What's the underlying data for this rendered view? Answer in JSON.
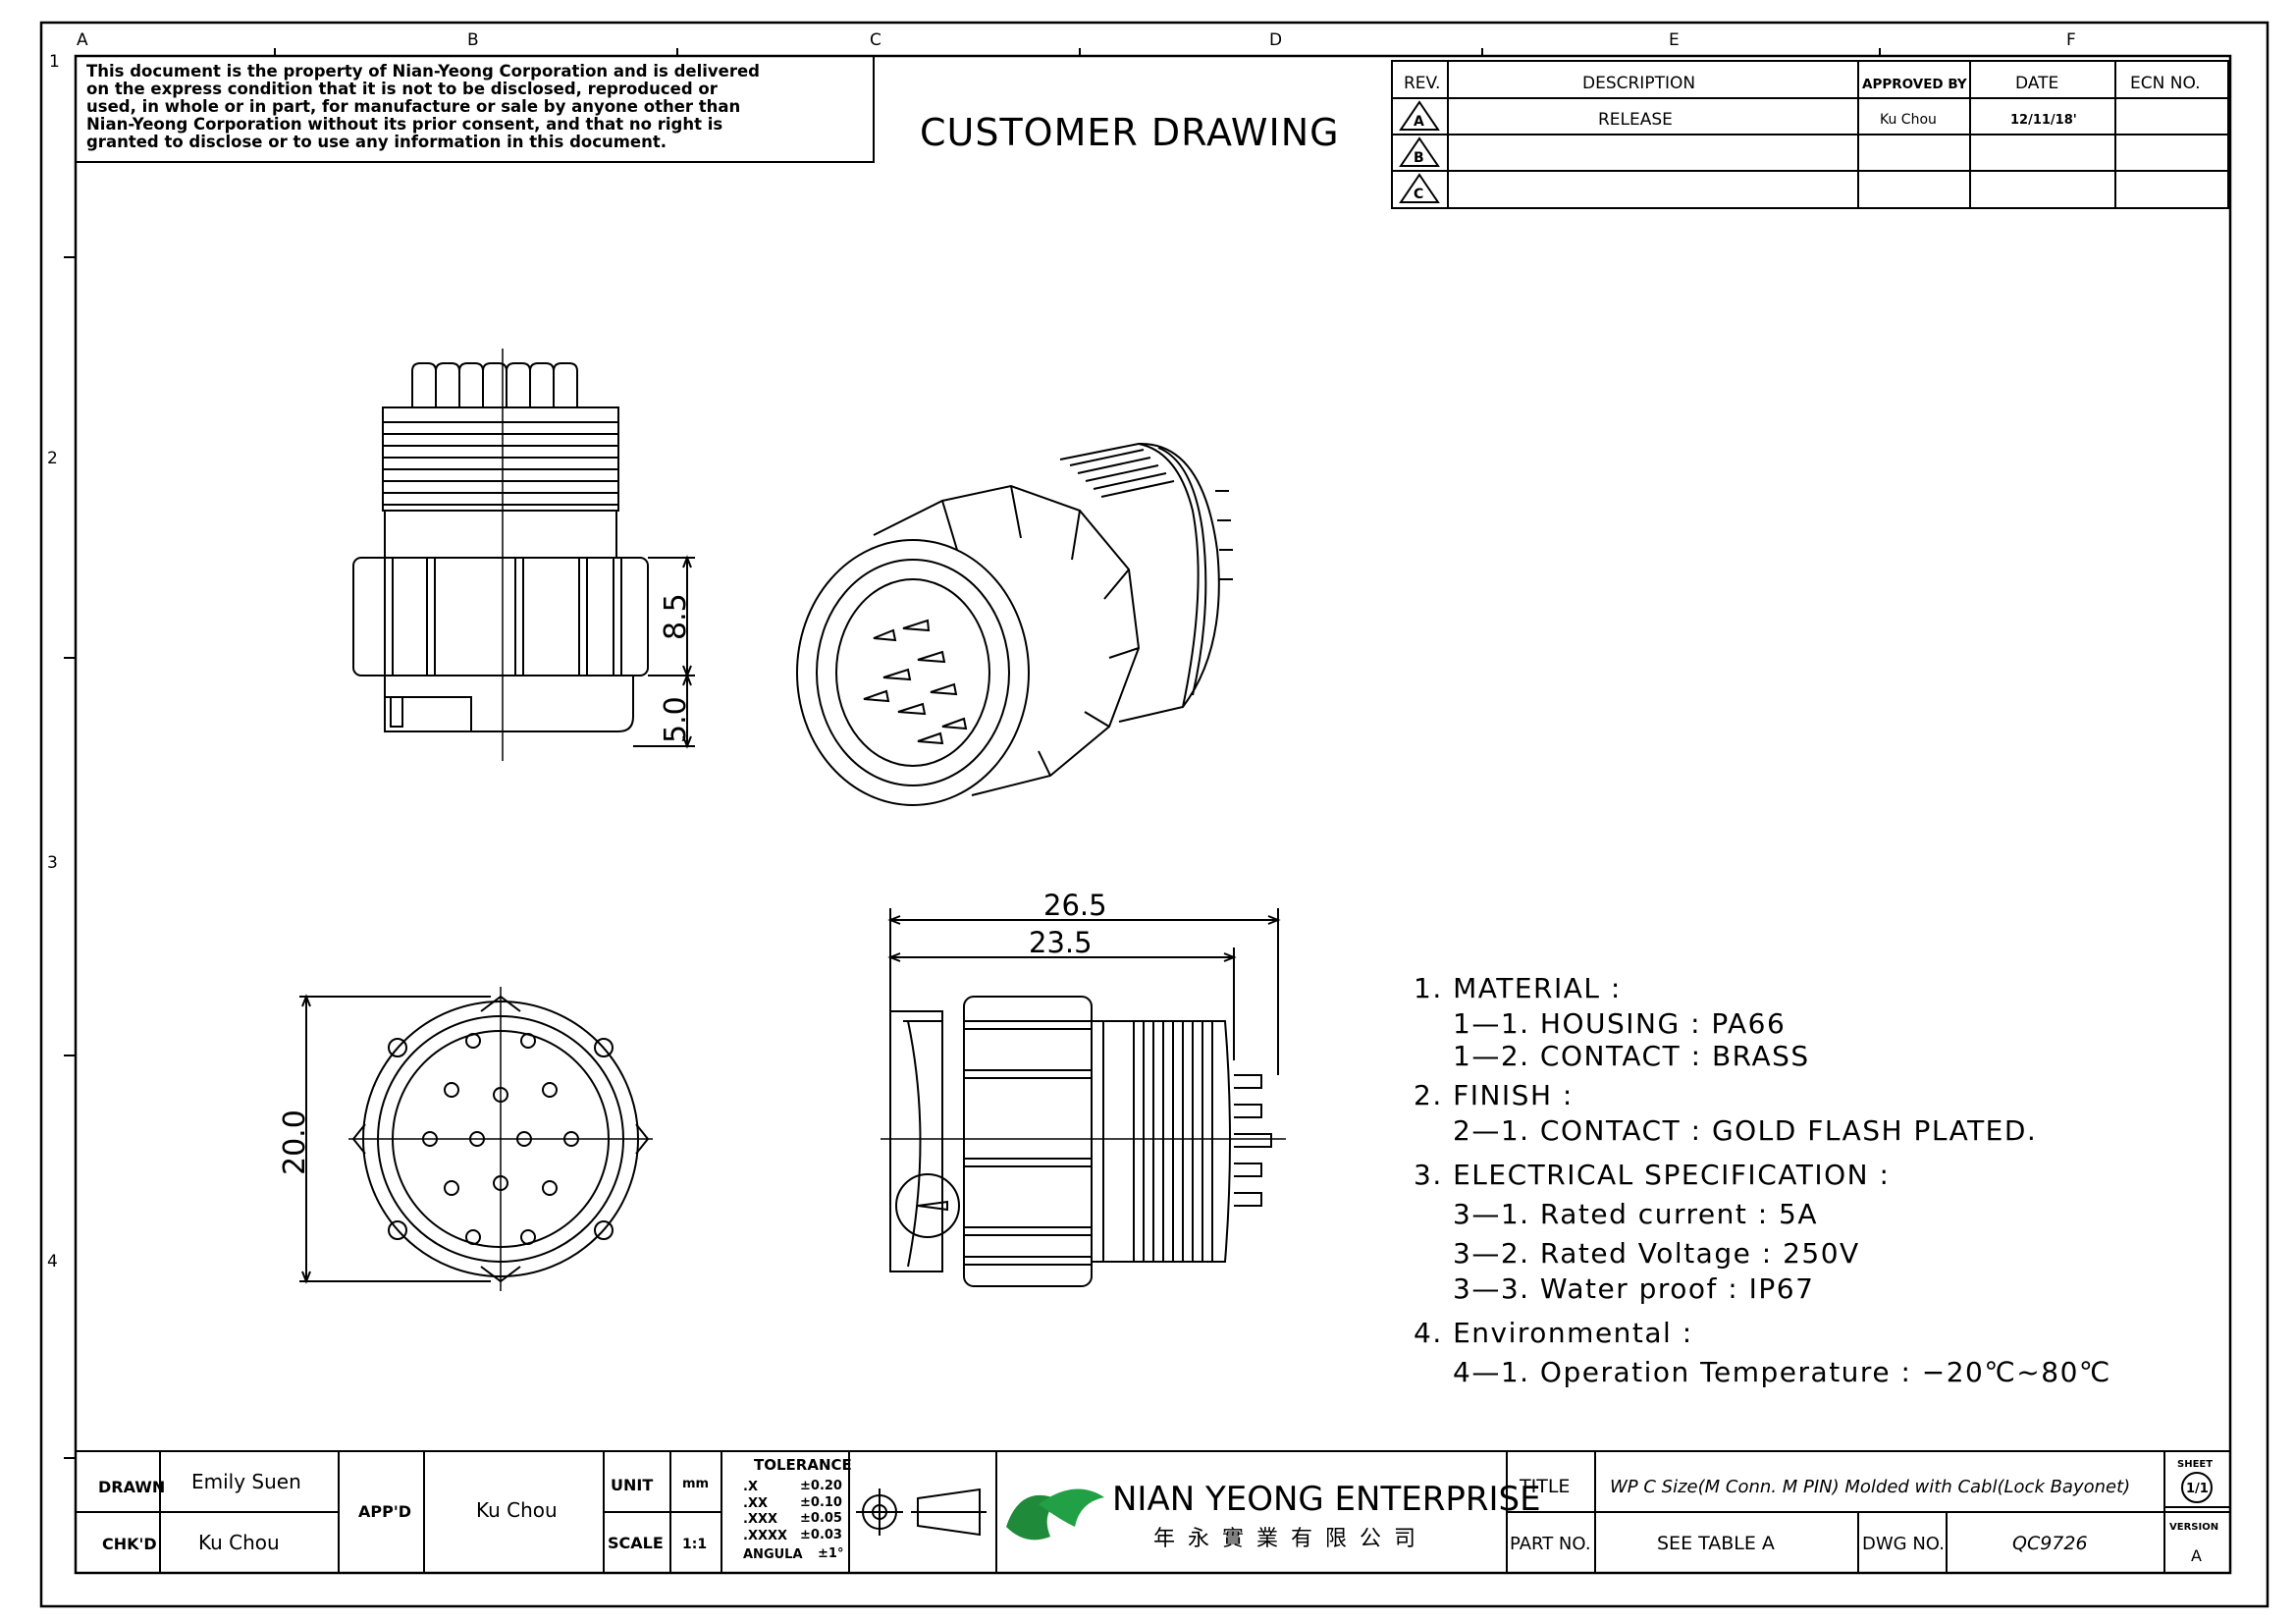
{
  "grid": {
    "columns": [
      "A",
      "B",
      "C",
      "D",
      "E",
      "F"
    ],
    "rows": [
      "1",
      "2",
      "3",
      "4"
    ]
  },
  "notice": [
    "This document is the property of Nian-Yeong Corporation and is delivered",
    "on  the  express condition that it is not to be disclosed, reproduced or",
    "used, in whole or in part, for manufacture or sale by anyone other than",
    "Nian-Yeong Corporation without  its prior consent, and that  no right  is",
    "granted to disclose or to use any information in this  document."
  ],
  "heading": "CUSTOMER  DRAWING",
  "revision_table": {
    "headers": [
      "REV.",
      "DESCRIPTION",
      "APPROVED BY",
      "DATE",
      "ECN NO."
    ],
    "rows": [
      {
        "rev": "A",
        "description": "RELEASE",
        "approved_by": "Ku Chou",
        "date": "12/11/18'",
        "ecn": ""
      },
      {
        "rev": "B",
        "description": "",
        "approved_by": "",
        "date": "",
        "ecn": ""
      },
      {
        "rev": "C",
        "description": "",
        "approved_by": "",
        "date": "",
        "ecn": ""
      }
    ]
  },
  "dimensions": {
    "side_height_upper": "8.5",
    "side_height_lower": "5.0",
    "front_diameter": "20.0",
    "overall_length": "26.5",
    "body_length": "23.5"
  },
  "notes": [
    "1.  MATERIAL  :",
    "1—1.  HOUSING  :  PA66",
    "1—2.  CONTACT  :  BRASS",
    "2.  FINISH  :",
    "2—1.  CONTACT  :  GOLD  FLASH  PLATED.",
    "3.  ELECTRICAL  SPECIFICATION  :",
    "3—1.  Rated  current  :  5A",
    "3—2.  Rated  Voltage  :  250V",
    "3—3.  Water  proof  :  IP67",
    "4.  Environmental  :",
    "4—1.  Operation  Temperature  :  −20℃~80℃"
  ],
  "title_block": {
    "drawn_label": "DRAWN",
    "drawn_value": "Emily Suen",
    "chkd_label": "CHK'D",
    "chkd_value": "Ku Chou",
    "appd_label": "APP'D",
    "appd_value": "Ku Chou",
    "unit_label": "UNIT",
    "unit_value": "mm",
    "scale_label": "SCALE",
    "scale_value": "1:1",
    "tolerance_title": "TOLERANCE",
    "tolerances": [
      {
        "k": ".X",
        "v": "±0.20"
      },
      {
        "k": ".XX",
        "v": "±0.10"
      },
      {
        "k": ".XXX",
        "v": "±0.05"
      },
      {
        "k": ".XXXX",
        "v": "±0.03"
      },
      {
        "k": "ANGULA",
        "v": "±1°"
      }
    ],
    "company_name": "NIAN YEONG ENTERPRISE",
    "company_chinese": "年 永 實 業 有 限 公 司",
    "title_label": "TITLE",
    "title_value": "WP C Size(M Conn. M PIN) Molded with Cabl(Lock Bayonet)",
    "part_label": "PART NO.",
    "part_value": "SEE TABLE A",
    "dwg_label": "DWG NO.",
    "dwg_value": "QC9726",
    "sheet_label": "SHEET",
    "sheet_value": "1/1",
    "version_label": "VERSION",
    "version_value": "A"
  }
}
